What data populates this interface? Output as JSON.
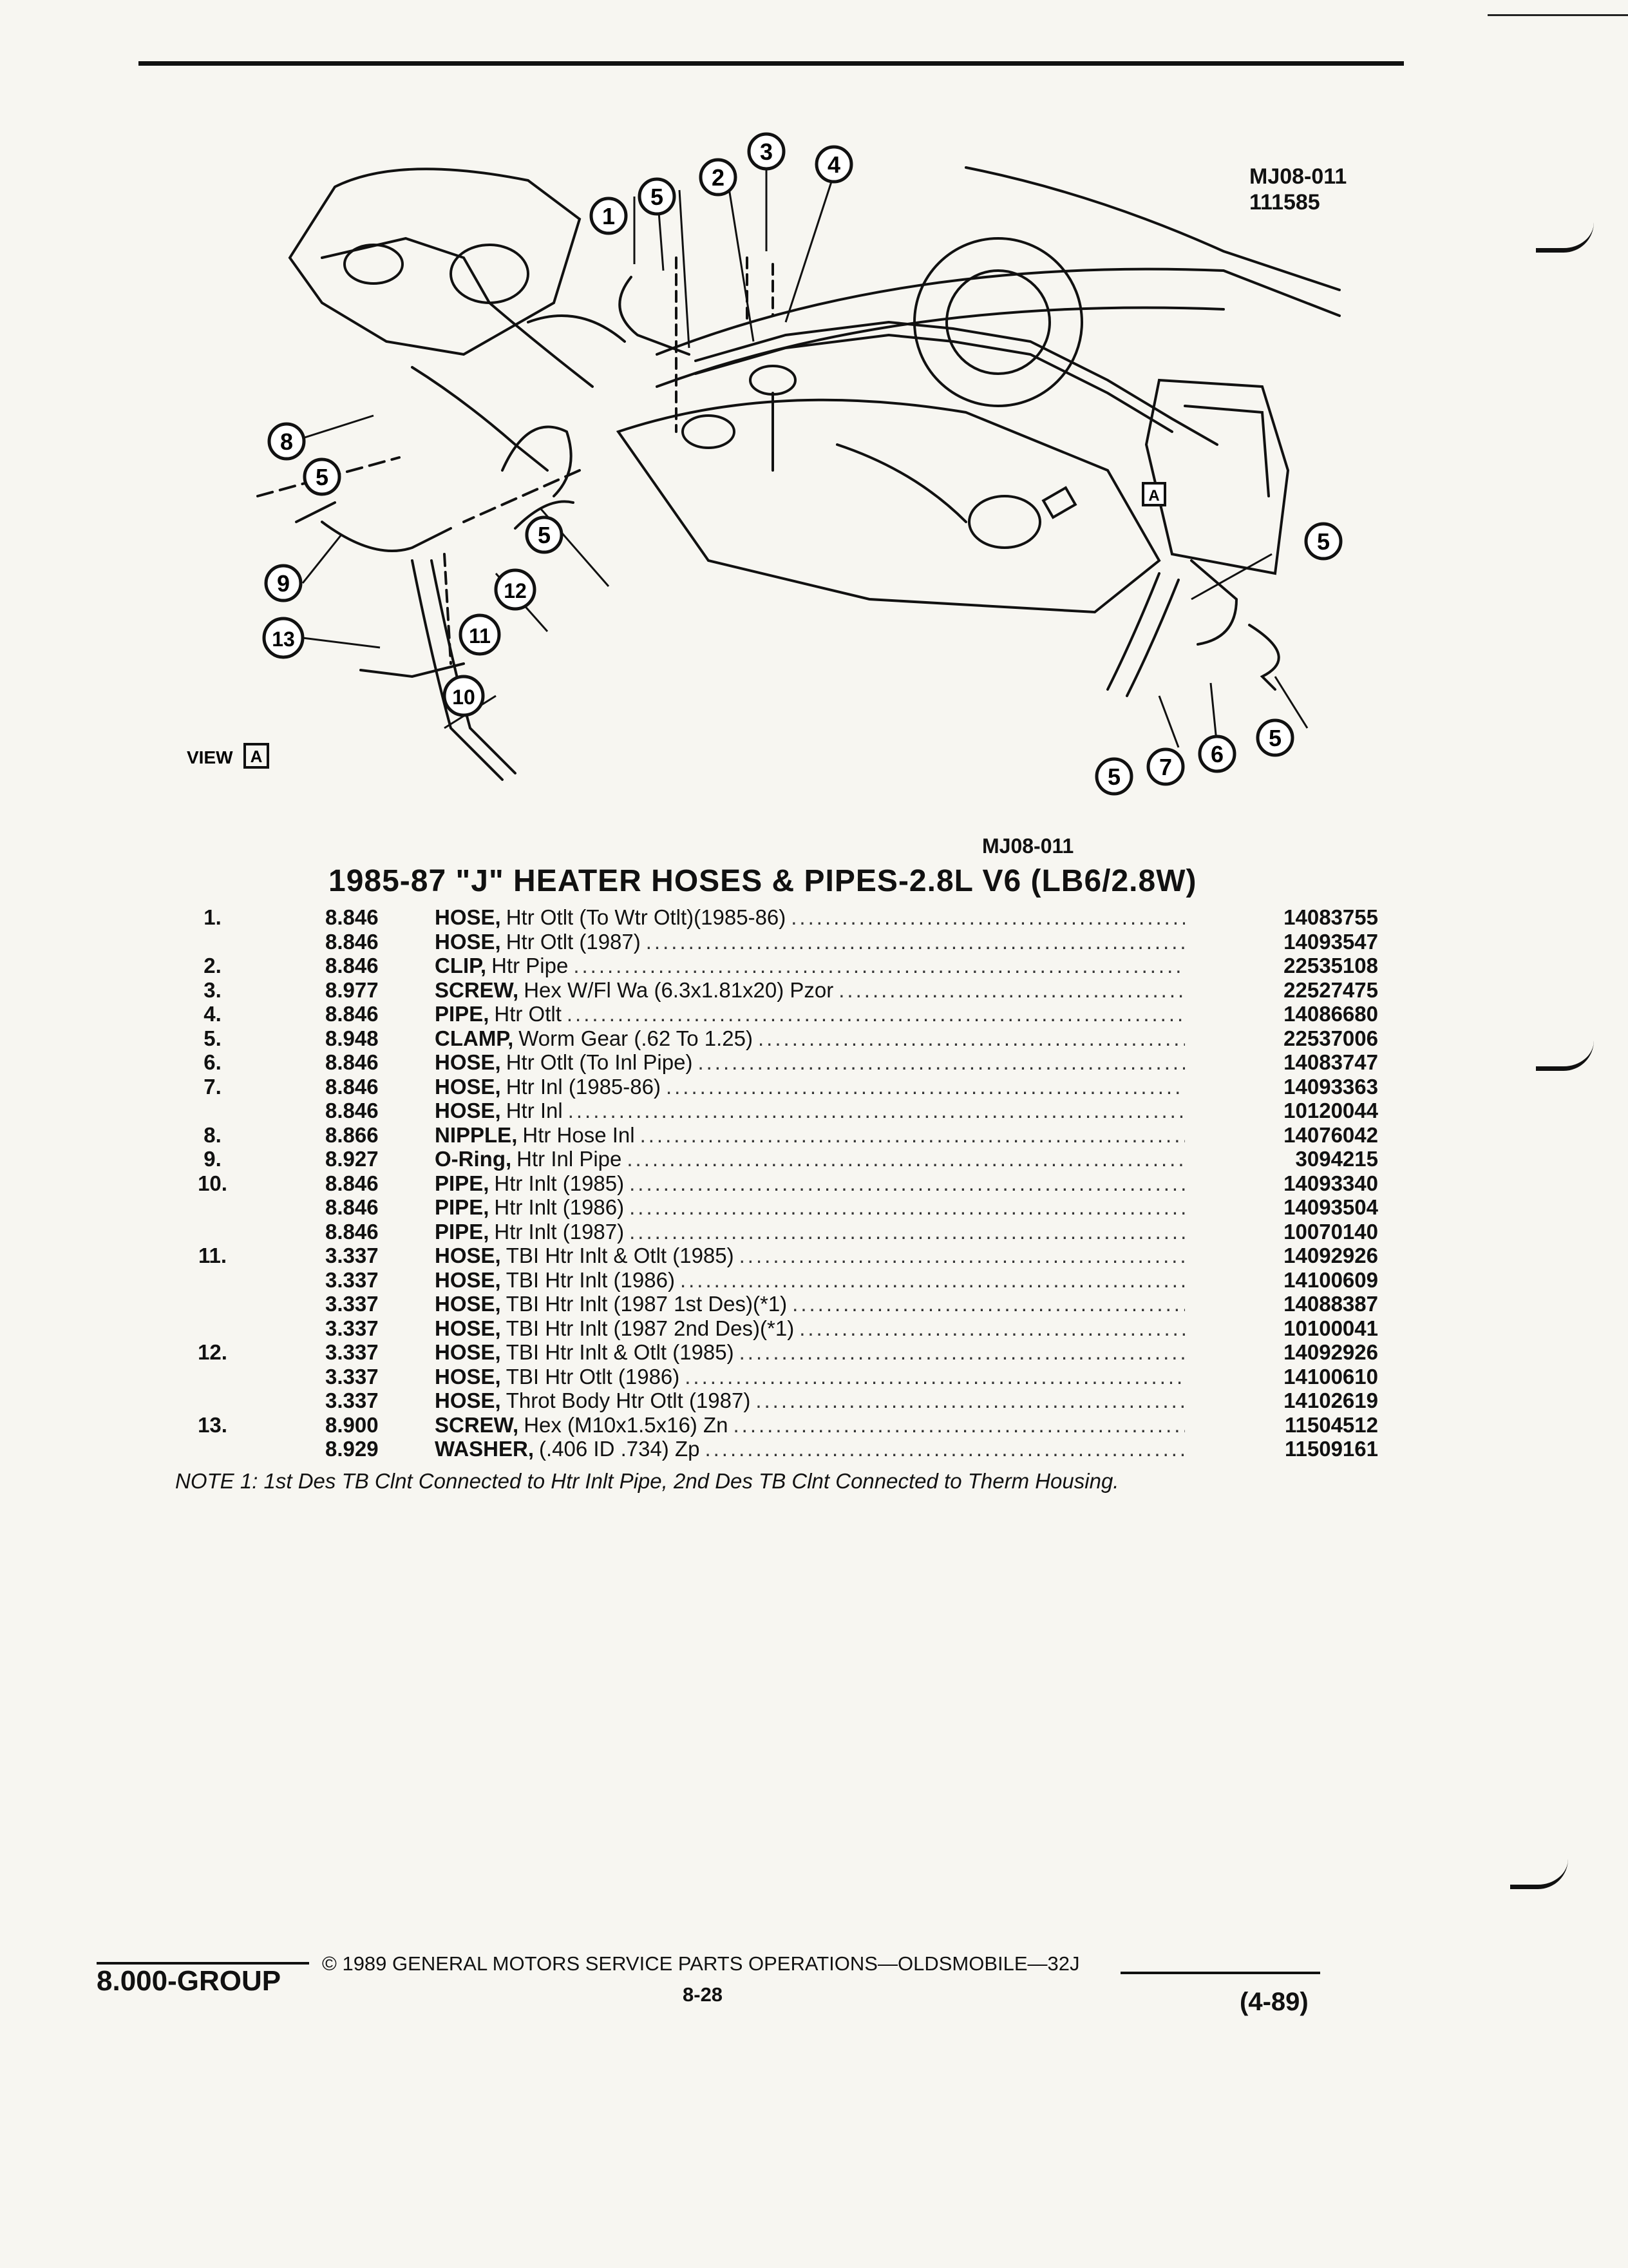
{
  "figure": {
    "code_top": "MJ08-011",
    "date_code": "111585",
    "code_bottom": "MJ08-011",
    "view_label": "VIEW",
    "view_letter": "A",
    "callouts": [
      "1",
      "2",
      "3",
      "4",
      "5",
      "6",
      "7",
      "8",
      "9",
      "10",
      "11",
      "12",
      "13"
    ]
  },
  "title": "1985-87 \"J\" HEATER HOSES & PIPES-2.8L V6 (LB6/2.8W)",
  "parts": [
    {
      "num": "1.",
      "grp": "8.846",
      "name": "HOSE,",
      "desc": "Htr Otlt (To Wtr Otlt)(1985-86)",
      "pn": "14083755"
    },
    {
      "num": "",
      "grp": "8.846",
      "name": "HOSE,",
      "desc": "Htr Otlt (1987)",
      "pn": "14093547"
    },
    {
      "num": "2.",
      "grp": "8.846",
      "name": "CLIP,",
      "desc": "Htr Pipe",
      "pn": "22535108"
    },
    {
      "num": "3.",
      "grp": "8.977",
      "name": "SCREW,",
      "desc": "Hex W/Fl Wa (6.3x1.81x20) Pzor",
      "pn": "22527475"
    },
    {
      "num": "4.",
      "grp": "8.846",
      "name": "PIPE,",
      "desc": "Htr Otlt",
      "pn": "14086680"
    },
    {
      "num": "5.",
      "grp": "8.948",
      "name": "CLAMP,",
      "desc": "Worm Gear (.62 To 1.25)",
      "pn": "22537006"
    },
    {
      "num": "6.",
      "grp": "8.846",
      "name": "HOSE,",
      "desc": "Htr Otlt (To Inl Pipe)",
      "pn": "14083747"
    },
    {
      "num": "7.",
      "grp": "8.846",
      "name": "HOSE,",
      "desc": "Htr Inl (1985-86)",
      "pn": "14093363"
    },
    {
      "num": "",
      "grp": "8.846",
      "name": "HOSE,",
      "desc": "Htr Inl",
      "pn": "10120044"
    },
    {
      "num": "8.",
      "grp": "8.866",
      "name": "NIPPLE,",
      "desc": "Htr Hose Inl",
      "pn": "14076042"
    },
    {
      "num": "9.",
      "grp": "8.927",
      "name": "O-Ring,",
      "desc": "Htr Inl Pipe",
      "pn": "3094215"
    },
    {
      "num": "10.",
      "grp": "8.846",
      "name": "PIPE,",
      "desc": "Htr Inlt (1985)",
      "pn": "14093340"
    },
    {
      "num": "",
      "grp": "8.846",
      "name": "PIPE,",
      "desc": "Htr Inlt (1986)",
      "pn": "14093504"
    },
    {
      "num": "",
      "grp": "8.846",
      "name": "PIPE,",
      "desc": "Htr Inlt (1987)",
      "pn": "10070140"
    },
    {
      "num": "11.",
      "grp": "3.337",
      "name": "HOSE,",
      "desc": "TBI Htr Inlt & Otlt (1985)",
      "pn": "14092926"
    },
    {
      "num": "",
      "grp": "3.337",
      "name": "HOSE,",
      "desc": "TBI Htr Inlt (1986)",
      "pn": "14100609"
    },
    {
      "num": "",
      "grp": "3.337",
      "name": "HOSE,",
      "desc": "TBI Htr Inlt (1987 1st Des)(*1)",
      "pn": "14088387"
    },
    {
      "num": "",
      "grp": "3.337",
      "name": "HOSE,",
      "desc": "TBI Htr Inlt (1987 2nd Des)(*1)",
      "pn": "10100041"
    },
    {
      "num": "12.",
      "grp": "3.337",
      "name": "HOSE,",
      "desc": "TBI Htr Inlt & Otlt (1985)",
      "pn": "14092926"
    },
    {
      "num": "",
      "grp": "3.337",
      "name": "HOSE,",
      "desc": "TBI Htr Otlt (1986)",
      "pn": "14100610"
    },
    {
      "num": "",
      "grp": "3.337",
      "name": "HOSE,",
      "desc": "Throt Body Htr Otlt (1987)",
      "pn": "14102619"
    },
    {
      "num": "13.",
      "grp": "8.900",
      "name": "SCREW,",
      "desc": "Hex (M10x1.5x16) Zn",
      "pn": "11504512"
    },
    {
      "num": "",
      "grp": "8.929",
      "name": "WASHER,",
      "desc": "(.406 ID .734) Zp",
      "pn": "11509161"
    }
  ],
  "note": "NOTE 1: 1st Des TB Clnt Connected to Htr Inlt Pipe, 2nd Des TB Clnt Connected to Therm Housing.",
  "footer": {
    "group": "8.000-GROUP",
    "copyright": "© 1989 GENERAL MOTORS SERVICE PARTS OPERATIONS—OLDSMOBILE—32J",
    "page": "8-28",
    "date": "(4-89)"
  }
}
